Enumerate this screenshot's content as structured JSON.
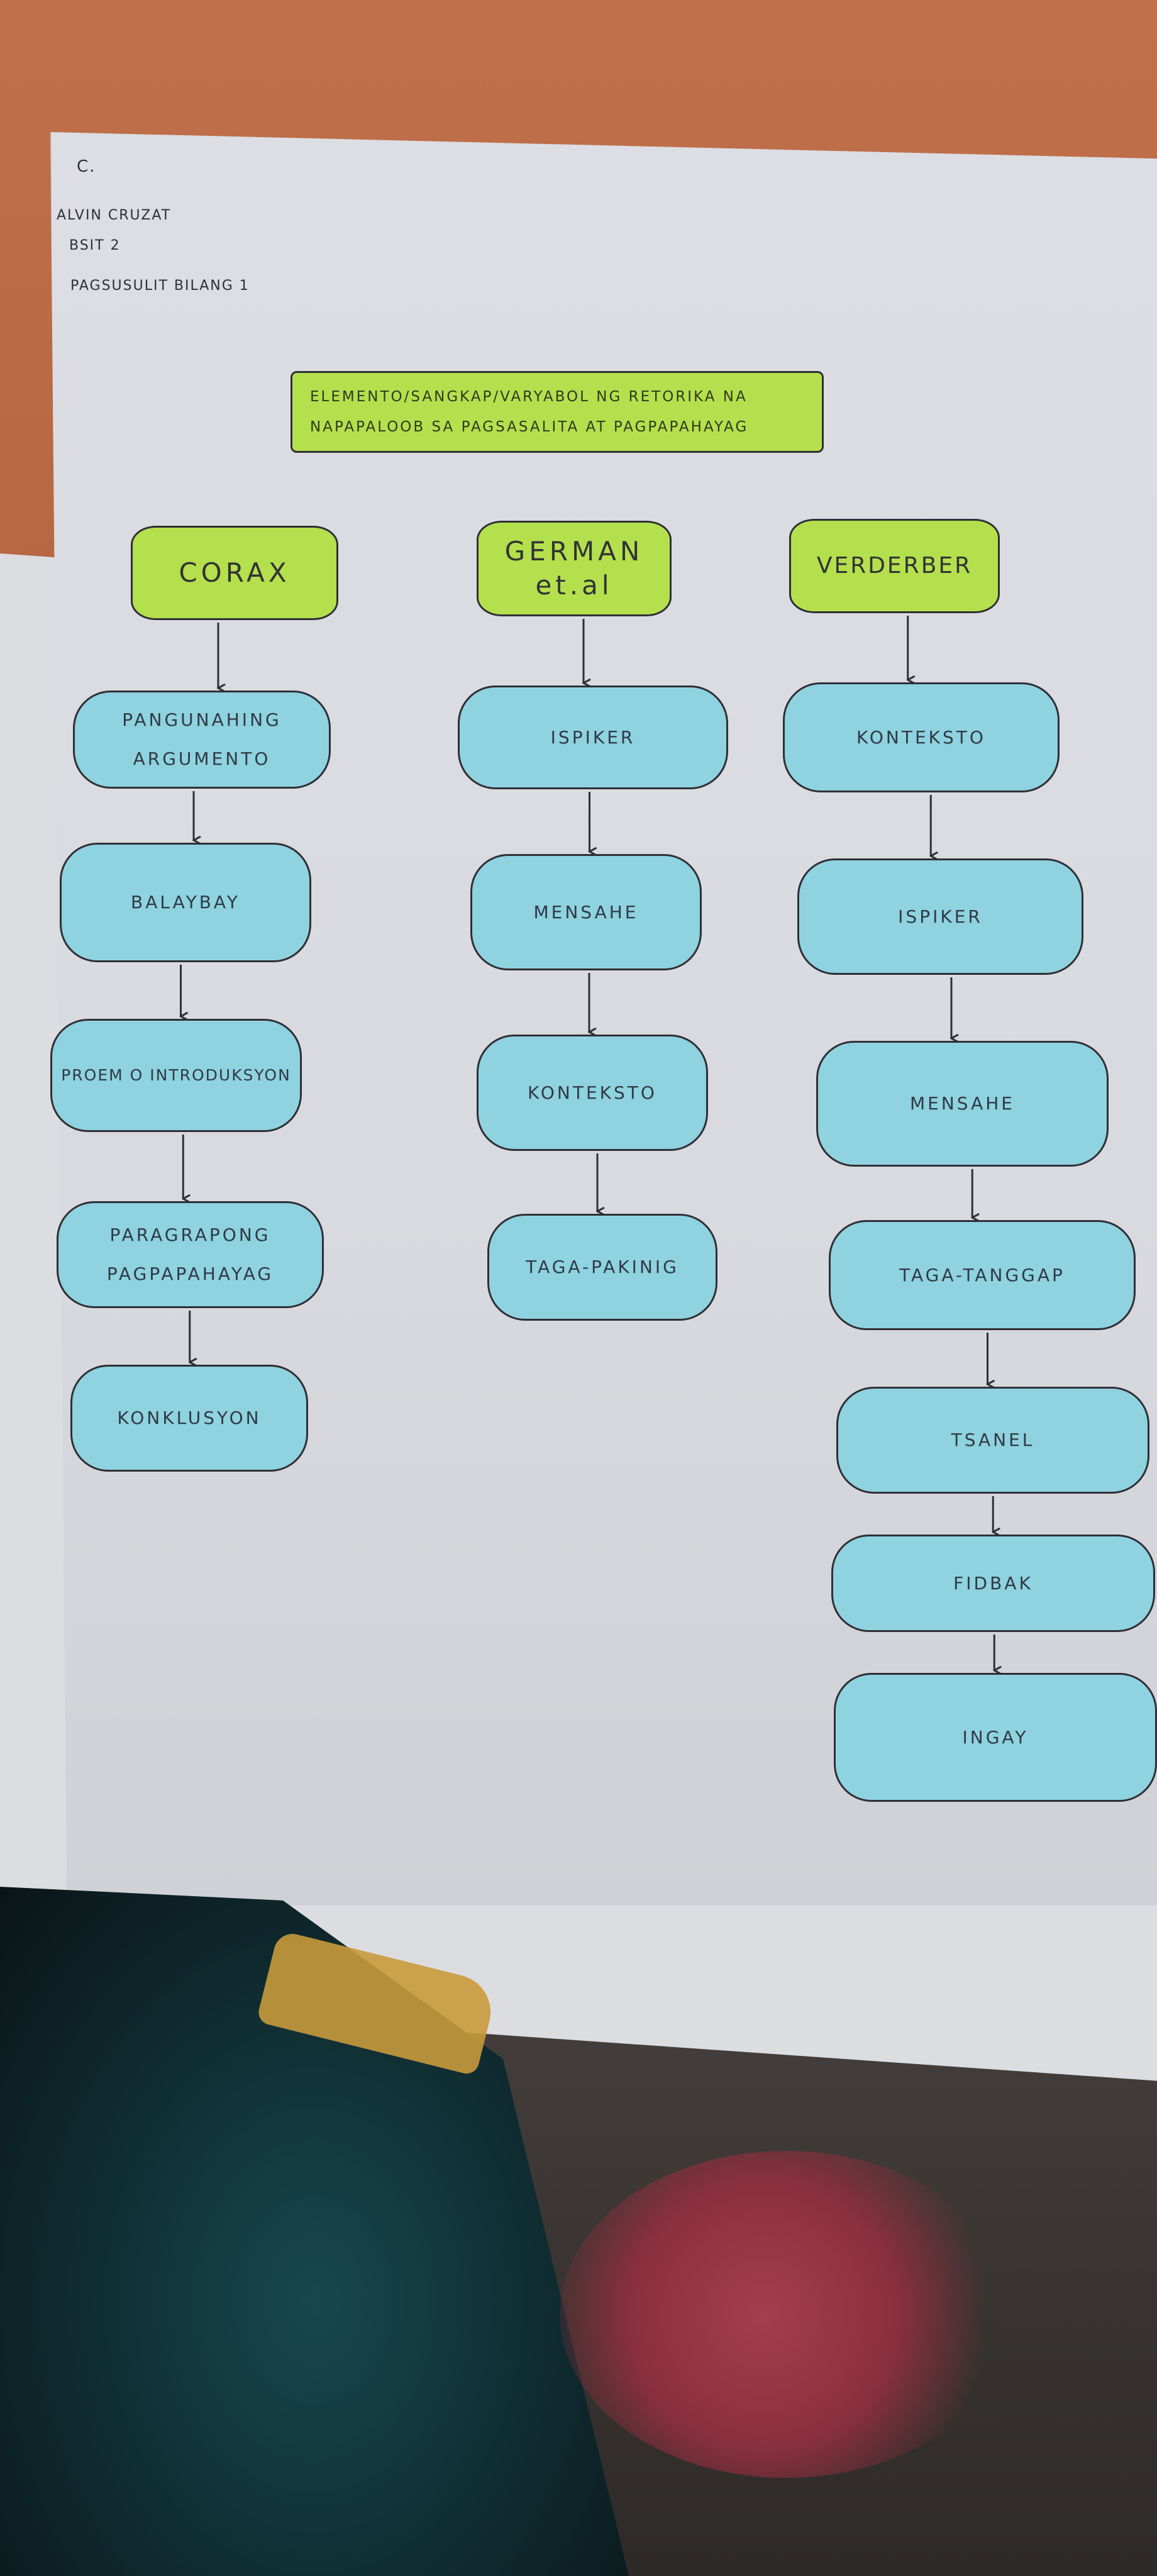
{
  "header_note": {
    "corner": "C.",
    "name": "ALVIN CRUZAT",
    "section": "BSIT 2",
    "task": "PAGSUSULIT BILANG 1"
  },
  "title": "ELEMENTO/SANGKAP/VARYABOL NG RETORIKA NA NAPAPALOOB SA PAGSASALITA AT PAGPAPAHAYAG",
  "columns": [
    {
      "header": "CORAX",
      "nodes": [
        "PANGUNAHING ARGUMENTO",
        "BALAYBAY",
        "PROEM O INTRODUKSYON",
        "PARAGRAPONG PAGPAPAHAYAG",
        "KONKLUSYON"
      ]
    },
    {
      "header": "GERMAN et.al",
      "nodes": [
        "ISPIKER",
        "MENSAHE",
        "KONTEKSTO",
        "TAGA-PAKINIG"
      ]
    },
    {
      "header": "VERDERBER",
      "nodes": [
        "KONTEKSTO",
        "ISPIKER",
        "MENSAHE",
        "TAGA-TANGGAP",
        "TSANEL",
        "FIDBAK",
        "INGAY"
      ]
    }
  ],
  "colors": {
    "header_fill": "#b4e04e",
    "node_fill": "#8fd2e0",
    "ink": "#2f2f35"
  }
}
